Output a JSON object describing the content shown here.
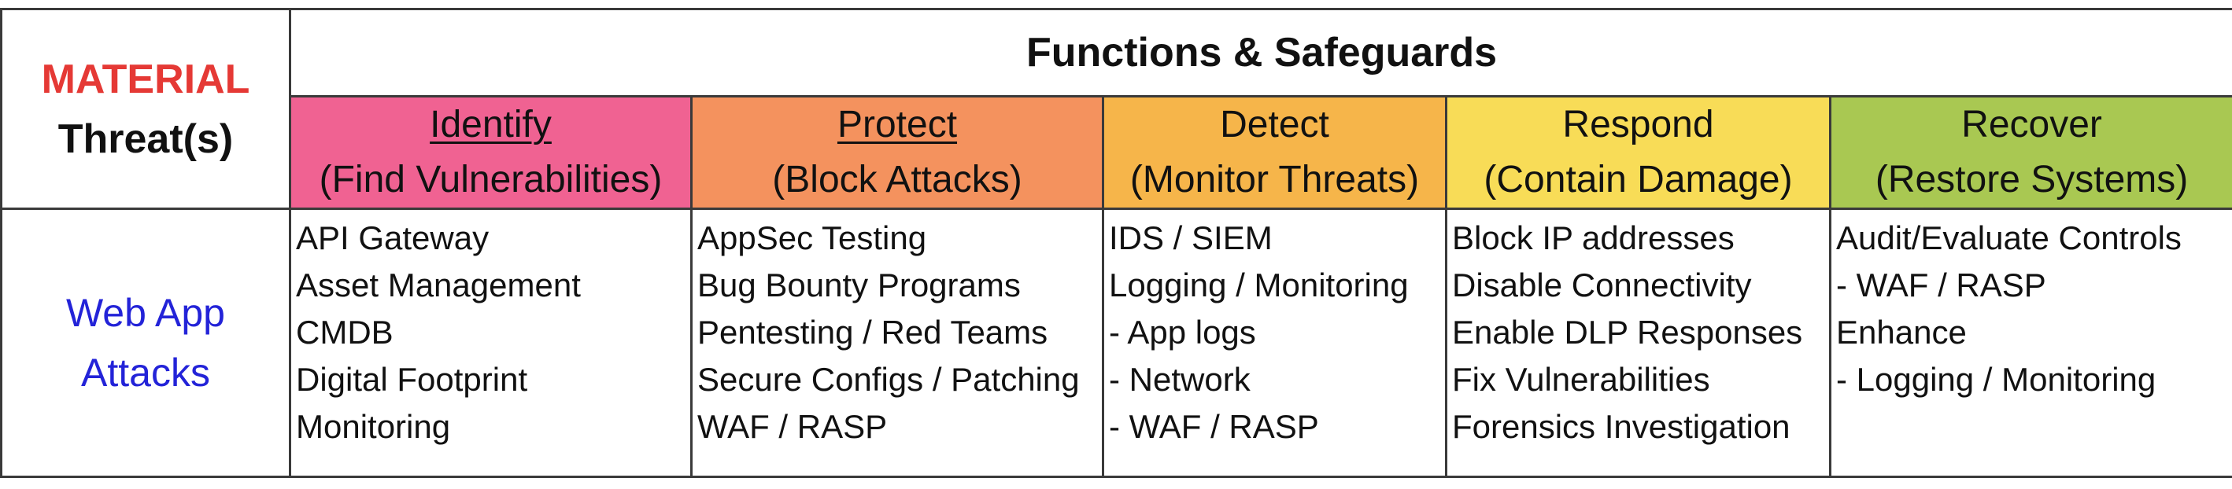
{
  "table": {
    "threat_header": {
      "material": "MATERIAL",
      "threats": "Threat(s)"
    },
    "functions_title": "Functions & Safeguards",
    "functions": [
      {
        "name": "Identify",
        "subtitle": "(Find Vulnerabilities)",
        "underlined": true,
        "color": "#f06292"
      },
      {
        "name": "Protect",
        "subtitle": "(Block Attacks)",
        "underlined": true,
        "color": "#f4925e"
      },
      {
        "name": "Detect",
        "subtitle": "(Monitor Threats)",
        "underlined": false,
        "color": "#f6b54a"
      },
      {
        "name": "Respond",
        "subtitle": "(Contain Damage)",
        "underlined": false,
        "color": "#f8dc57"
      },
      {
        "name": "Recover",
        "subtitle": "(Restore Systems)",
        "underlined": false,
        "color": "#a9c852"
      }
    ],
    "rows": [
      {
        "threat_line1": "Web App",
        "threat_line2": "Attacks",
        "threat_color": "#2323d8",
        "cells": [
          [
            "API Gateway",
            "Asset Management",
            "CMDB",
            "Digital Footprint",
            "Monitoring"
          ],
          [
            "AppSec Testing",
            "Bug Bounty Programs",
            "Pentesting / Red Teams",
            "Secure Configs / Patching",
            "WAF / RASP"
          ],
          [
            "IDS / SIEM",
            "Logging / Monitoring",
            "- App logs",
            "- Network",
            "- WAF / RASP"
          ],
          [
            "Block IP addresses",
            "Disable Connectivity",
            "Enable DLP Responses",
            "Fix Vulnerabilities",
            "Forensics Investigation"
          ],
          [
            "Audit/Evaluate Controls",
            "- WAF / RASP",
            "Enhance",
            "- Logging / Monitoring"
          ]
        ]
      }
    ],
    "accent_colors": {
      "material": "#e53935",
      "threat_text": "#2323d8"
    }
  }
}
